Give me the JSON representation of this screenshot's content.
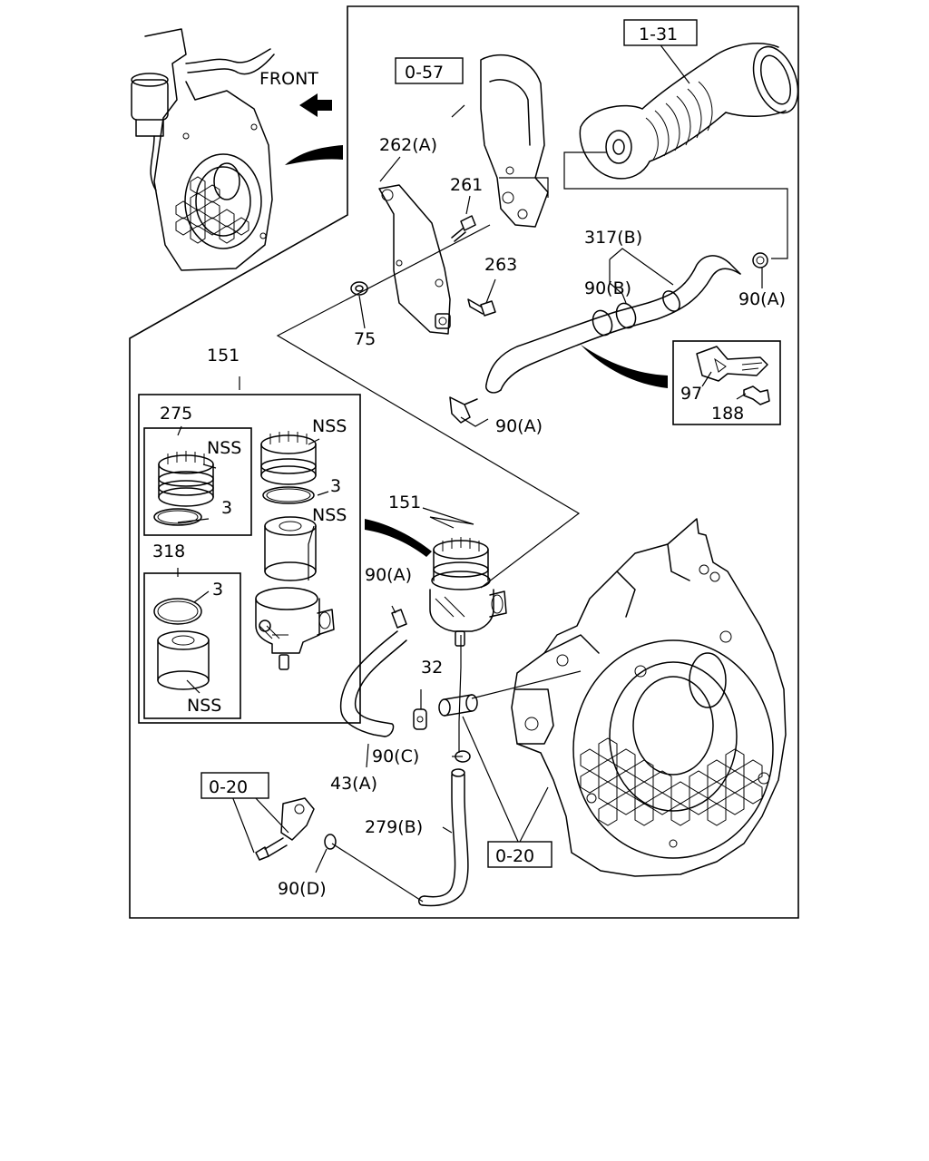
{
  "labels": {
    "front": "FRONT",
    "ref_1_31": "1-31",
    "ref_0_57": "0-57",
    "ref_0_20_left": "0-20",
    "ref_0_20_right": "0-20",
    "p262a": "262(A)",
    "p261": "261",
    "p263": "263",
    "p75": "75",
    "p317b": "317(B)",
    "p90b": "90(B)",
    "p90a_top": "90(A)",
    "p97": "97",
    "p188": "188",
    "p90a_mid": "90(A)",
    "p151_top": "151",
    "p151_mid": "151",
    "p275": "275",
    "nss_1": "NSS",
    "nss_2": "NSS",
    "nss_3": "NSS",
    "nss_4": "NSS",
    "p3_1": "3",
    "p3_2": "3",
    "p3_3": "3",
    "p318": "318",
    "p90a_left": "90(A)",
    "p32": "32",
    "p90c": "90(C)",
    "p43a": "43(A)",
    "p279b": "279(B)",
    "p90d": "90(D)"
  }
}
